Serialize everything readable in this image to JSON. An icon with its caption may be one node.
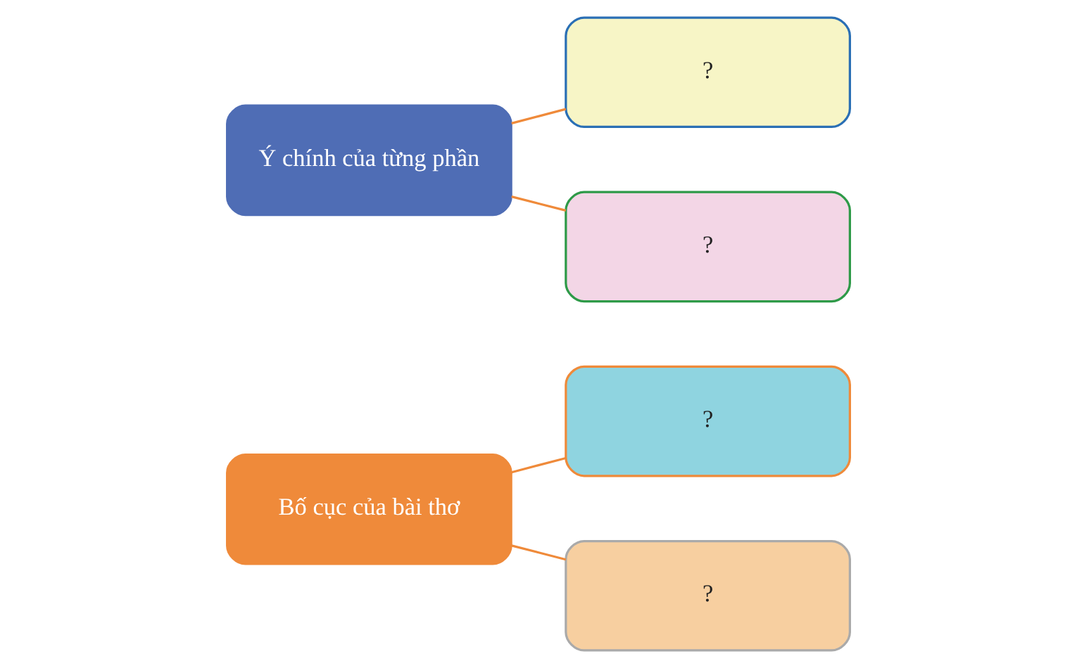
{
  "diagram": {
    "nodes": [
      {
        "text": [
          "Bố cục của bài thơ"
        ]
      },
      {
        "text": [
          "?"
        ]
      },
      {
        "text": [
          "?"
        ]
      },
      {
        "text": [
          "Ý chính của từng phần"
        ]
      },
      {
        "text": [
          "?"
        ]
      },
      {
        "text": [
          "?"
        ]
      }
    ],
    "edges": [
      {
        "from": 0,
        "to": 1,
        "arrow": "none"
      },
      {
        "from": 0,
        "to": 2,
        "arrow": "none"
      },
      {
        "from": 3,
        "to": 4,
        "arrow": "none"
      },
      {
        "from": 3,
        "to": 5,
        "arrow": "none"
      }
    ]
  }
}
